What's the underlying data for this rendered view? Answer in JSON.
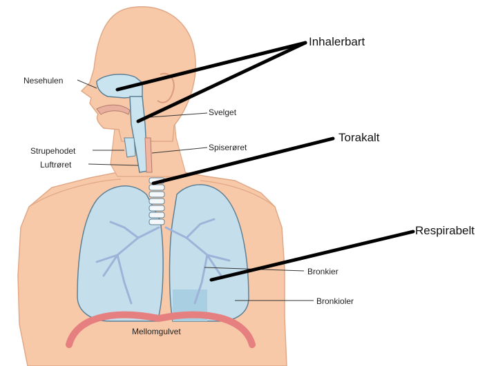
{
  "labels": {
    "nasal_cavity": "Nesehulen",
    "pharynx": "Svelget",
    "esophagus": "Spiserøret",
    "larynx": "Strupehodet",
    "trachea": "Luftrøret",
    "bronchi": "Bronkier",
    "bronchioles": "Bronkioler",
    "diaphragm": "Mellomgulvet"
  },
  "fractions": {
    "inhalable": "Inhalerbart",
    "thoracic": "Torakalt",
    "respirable": "Respirabelt"
  },
  "colors": {
    "skin": "#f7c9a8",
    "skin_outline": "#e0a886",
    "airway": "#c9e4ef",
    "airway_outline": "#5d7f95",
    "lung": "#c4dfeb",
    "bronchi": "#9fb3d9",
    "diaphragm": "#e67f7f",
    "pointer": "#000000"
  }
}
